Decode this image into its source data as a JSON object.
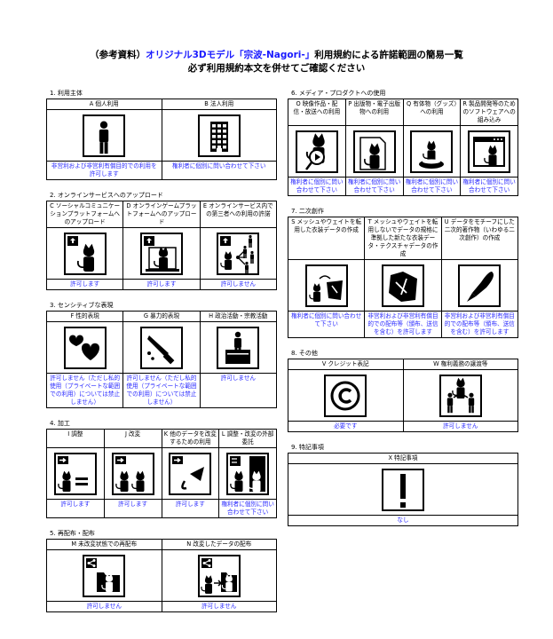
{
  "title": {
    "prefix": "（参考資料）",
    "model_name": "オリジナル3Dモデル「宗波-Nagori-」",
    "suffix": "利用規約による許諾範囲の簡易一覧",
    "subtitle": "必ず利用規約本文を併せてご確認ください"
  },
  "sections": [
    {
      "label": "1. 利用主体",
      "items": [
        {
          "head": "A 個人利用",
          "icon": "person-icon",
          "result": "非営利および非営利有償目的での利用を許可します"
        },
        {
          "head": "B 法人利用",
          "icon": "building-icon",
          "result": "権利者に個別に問い合わせて下さい"
        }
      ]
    },
    {
      "label": "2. オンラインサービスへのアップロード",
      "items": [
        {
          "head": "C ソーシャルコミュニケーションプラットフォームへのアップロード",
          "icon": "upload-social-icon",
          "result": "許可します"
        },
        {
          "head": "D オンラインゲームプラットフォームへのアップロード",
          "icon": "upload-game-icon",
          "result": "許可します"
        },
        {
          "head": "E オンラインサービス内での第三者への利用の許諾",
          "icon": "third-party-share-icon",
          "result": "許可しません"
        }
      ]
    },
    {
      "label": "3. センシティブな表現",
      "items": [
        {
          "head": "F 性的表現",
          "icon": "hearts-icon",
          "result": "許可しません（ただし私的使用（プライベートな範囲での利用）については禁止しません）"
        },
        {
          "head": "G 暴力的表現",
          "icon": "knife-icon",
          "result": "許可しません（ただし私的使用（プライベートな範囲での利用）については禁止しません）"
        },
        {
          "head": "H 政治活動・宗教活動",
          "icon": "podium-icon",
          "result": "許可しません"
        }
      ]
    },
    {
      "label": "4. 加工",
      "items": [
        {
          "head": "I 調整",
          "icon": "adjust-icon",
          "result": "許可します"
        },
        {
          "head": "J 改変",
          "icon": "modify-icon",
          "result": "許可します"
        },
        {
          "head": "K 他のデータを改変するための利用",
          "icon": "reuse-data-icon",
          "result": "許可します"
        },
        {
          "head": "L 調整・改変の外部委託",
          "icon": "outsource-icon",
          "result": "権利者に個別に問い合わせて下さい"
        }
      ]
    },
    {
      "label": "5. 再配布・配布",
      "items": [
        {
          "head": "M 未改変状態での再配布",
          "icon": "redistribute-icon",
          "result": "許可しません"
        },
        {
          "head": "N 改変したデータの配布",
          "icon": "distribute-modified-icon",
          "result": "許可しません"
        }
      ]
    },
    {
      "label": "6. メディア・プロダクトへの使用",
      "items": [
        {
          "head": "O 映像作品・配信・放送への利用",
          "icon": "video-icon",
          "result": "権利者に個別に問い合わせて下さい"
        },
        {
          "head": "P 出版物・電子出版物への利用",
          "icon": "publication-icon",
          "result": "権利者に個別に問い合わせて下さい"
        },
        {
          "head": "Q 有体物（グッズ）への利用",
          "icon": "goods-icon",
          "result": "権利者に個別に問い合わせて下さい"
        },
        {
          "head": "R 製品開発等のためのソフトウェアへの組み込み",
          "icon": "software-icon",
          "result": "権利者に個別に問い合わせて下さい"
        }
      ]
    },
    {
      "label": "7. 二次創作",
      "items": [
        {
          "head": "S メッシュやウェイトを転用した衣装データの作成",
          "icon": "mesh-transfer-icon",
          "result": "権利者に個別に問い合わせて下さい"
        },
        {
          "head": "T メッシュやウェイトを転用しないでデータの規格に準拠した新たな衣装データ・テクスチャデータの作成",
          "icon": "new-outfit-icon",
          "result": "非営利および非営利有償目的での配布等（頒布、送信を含む）を許可します"
        },
        {
          "head": "U データをモチーフにした二次的著作物（いわゆる二次創作）の作成",
          "icon": "pen-icon",
          "result": "非営利および非営利有償目的での配布等（頒布、送信を含む）を許可します"
        }
      ]
    },
    {
      "label": "8. その他",
      "items": [
        {
          "head": "V クレジット表記",
          "icon": "copyright-icon",
          "result": "必要です"
        },
        {
          "head": "W 権利義務の譲渡等",
          "icon": "transfer-rights-icon",
          "result": "許可しません"
        }
      ]
    },
    {
      "label": "9. 特記事項",
      "items": [
        {
          "head": "X 特記事項",
          "icon": "exclamation-icon",
          "result": "なし"
        }
      ]
    }
  ],
  "colors": {
    "result_text": "#2a2aff",
    "title_accent": "#1a1aff",
    "border": "#000000"
  }
}
